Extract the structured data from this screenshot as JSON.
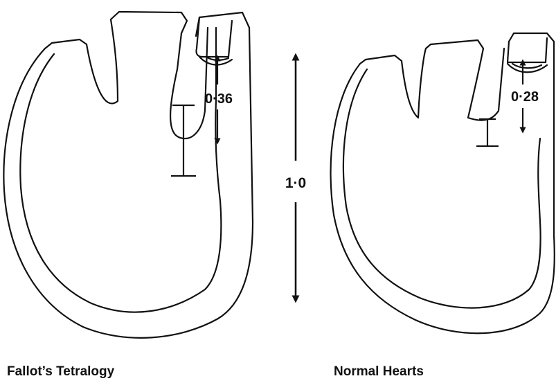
{
  "figure": {
    "left_heart": {
      "caption": "Fallot’s Tetralogy",
      "measure_label": "0·36"
    },
    "right_heart": {
      "caption": "Normal Hearts",
      "measure_label": "0·28"
    },
    "scale": {
      "label": "1·0"
    },
    "colors": {
      "ink": "#111111",
      "background": "#ffffff"
    }
  }
}
